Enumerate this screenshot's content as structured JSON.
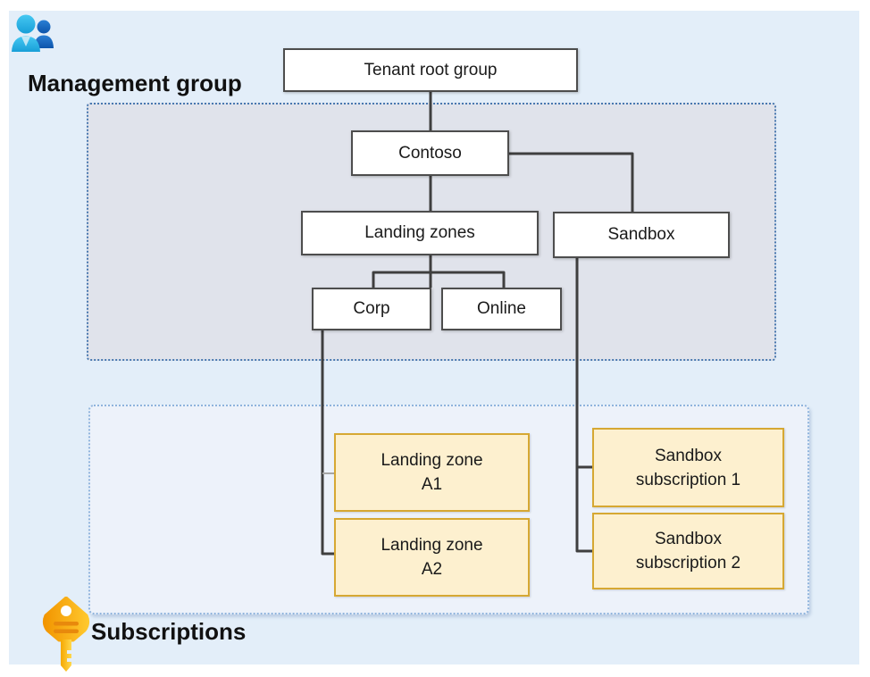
{
  "diagram": {
    "management_group_label": "Management group",
    "subscriptions_label": "Subscriptions",
    "icons": {
      "management_group": "people-icon",
      "subscriptions": "key-icon"
    },
    "management_groups": {
      "tenant_root": "Tenant root group",
      "contoso": "Contoso",
      "landing_zones": "Landing zones",
      "sandbox": "Sandbox",
      "corp": "Corp",
      "online": "Online"
    },
    "subscriptions": {
      "landing_zone_a1": {
        "line1": "Landing zone",
        "line2": "A1"
      },
      "landing_zone_a2": {
        "line1": "Landing zone",
        "line2": "A2"
      },
      "sandbox_subscription_1": {
        "line1": "Sandbox",
        "line2": "subscription 1"
      },
      "sandbox_subscription_2": {
        "line1": "Sandbox",
        "line2": "subscription 2"
      }
    },
    "colors": {
      "canvas_bg": "#e3eef9",
      "mgmt_container_fill": "#e0e3eb",
      "mgmt_container_border": "#4878b0",
      "subs_container_fill": "#edf2fa",
      "subs_container_border": "#8fb4dd",
      "node_fill": "#ffffff",
      "node_border": "#4d4d4d",
      "subscription_fill": "#fdf0cf",
      "subscription_border": "#d6a833",
      "connector": "#3f3f3f",
      "connector_light": "#a6a6a6",
      "icon_person_front": "#29b1e6",
      "icon_person_back": "#1565c0",
      "icon_key_orange": "#f6a100",
      "icon_key_yellow": "#ffc82e"
    }
  }
}
